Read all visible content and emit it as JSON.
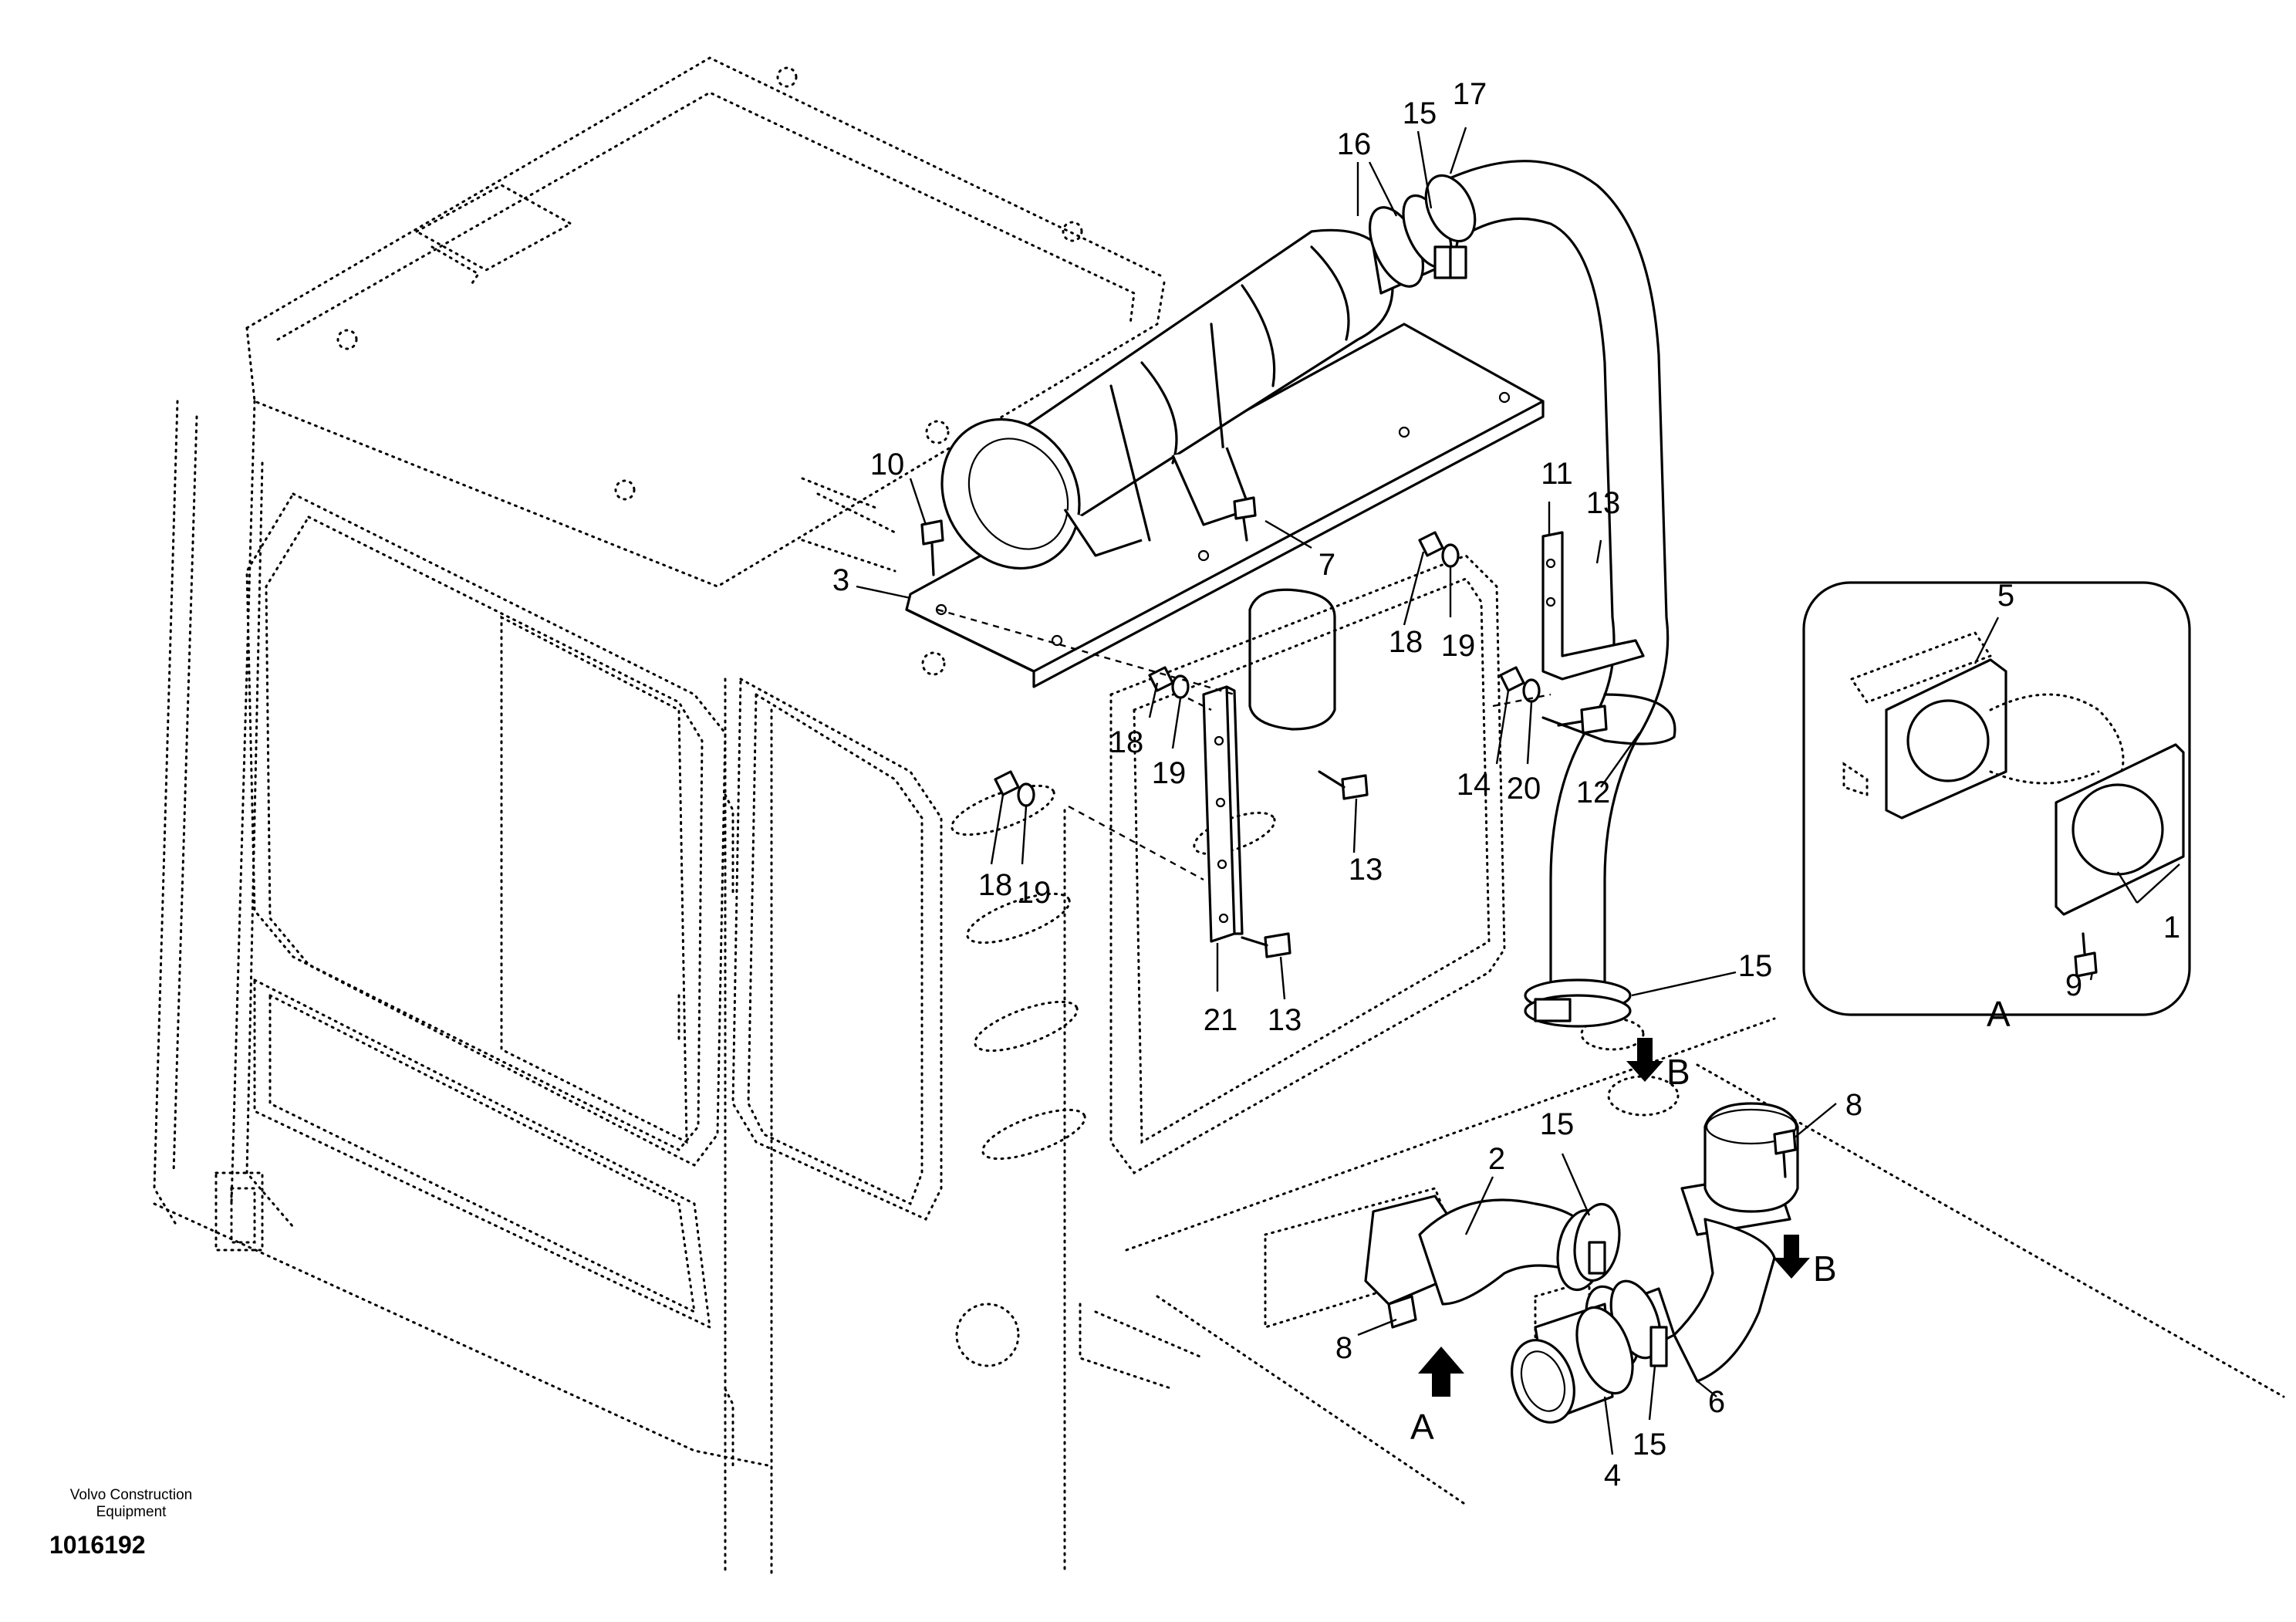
{
  "callouts": {
    "c1": "1",
    "c2": "2",
    "c3": "3",
    "c4": "4",
    "c5": "5",
    "c6": "6",
    "c7": "7",
    "c8a": "8",
    "c8b": "8",
    "c9": "9",
    "c10": "10",
    "c11": "11",
    "c12": "12",
    "c13a": "13",
    "c13b": "13",
    "c13c": "13",
    "c14": "14",
    "c15a": "15",
    "c15b": "15",
    "c15c": "15",
    "c15d": "15",
    "c16": "16",
    "c17": "17",
    "c18a": "18",
    "c18b": "18",
    "c18c": "18",
    "c19a": "19",
    "c19b": "19",
    "c19c": "19",
    "c20": "20",
    "c21": "21"
  },
  "view_letters": {
    "arrow_a": "A",
    "arrow_b_upper": "B",
    "arrow_b_lower": "B",
    "detail_view": "A"
  },
  "footer": {
    "company_line1": "Volvo Construction",
    "company_line2": "Equipment",
    "drawing_number": "1016192"
  }
}
